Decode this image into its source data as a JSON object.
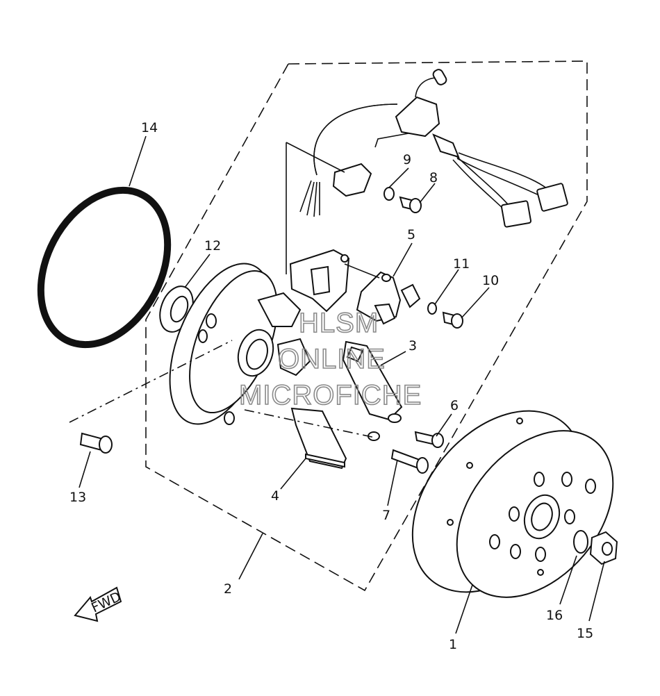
{
  "labels": {
    "p1": "1",
    "p2": "2",
    "p3": "3",
    "p4": "4",
    "p5": "5",
    "p6": "6",
    "p7": "7",
    "p8": "8",
    "p9": "9",
    "p10": "10",
    "p11": "11",
    "p12": "12",
    "p13": "13",
    "p14": "14",
    "p15": "15",
    "p16": "16"
  },
  "fwd_label": "FWD",
  "watermark": [
    "HLSM",
    "ONLINE",
    "MICROFICHE"
  ]
}
